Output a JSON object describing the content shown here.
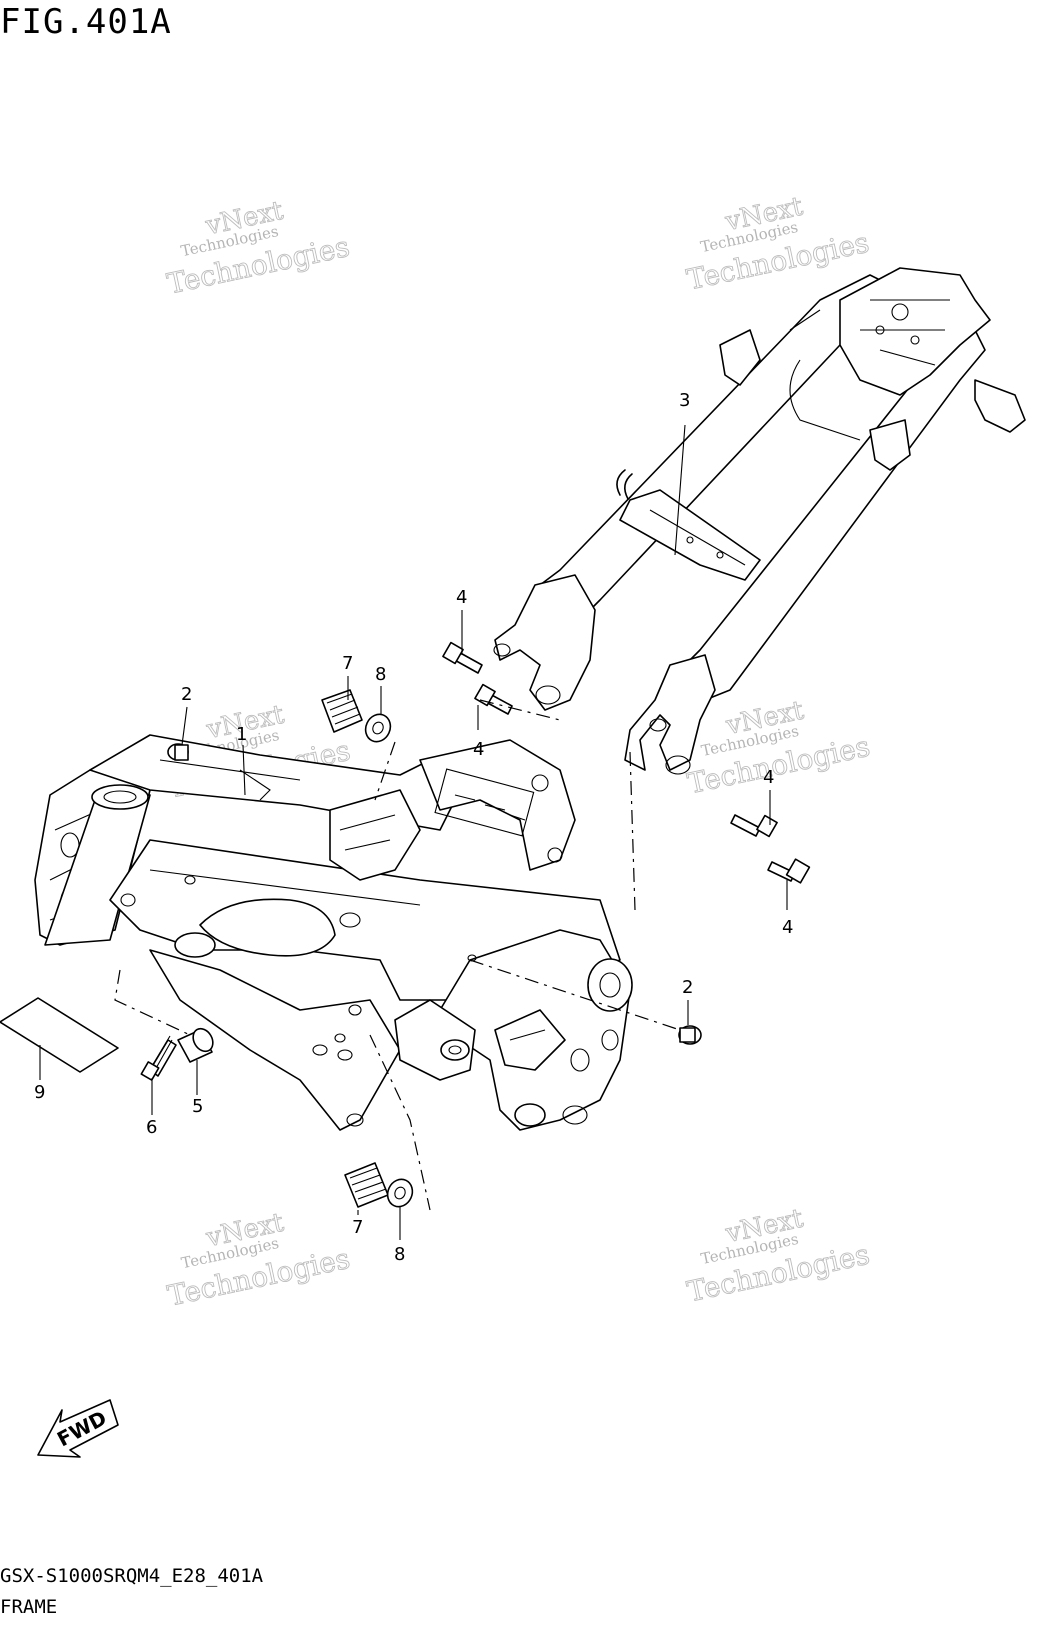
{
  "figure": {
    "title": "FIG.401A"
  },
  "footer": {
    "model_code": "GSX-S1000SRQM4_E28_401A",
    "section_name": "FRAME"
  },
  "fwd_badge": {
    "label": "FWD"
  },
  "watermark": {
    "line1": "vNext",
    "line2": "Technologies"
  },
  "callouts": {
    "c1": "1",
    "c2a": "2",
    "c2b": "2",
    "c3": "3",
    "c4a": "4",
    "c4b": "4",
    "c4c": "4",
    "c4d": "4",
    "c5": "5",
    "c6": "6",
    "c7a": "7",
    "c7b": "7",
    "c8a": "8",
    "c8b": "8",
    "c9": "9"
  }
}
